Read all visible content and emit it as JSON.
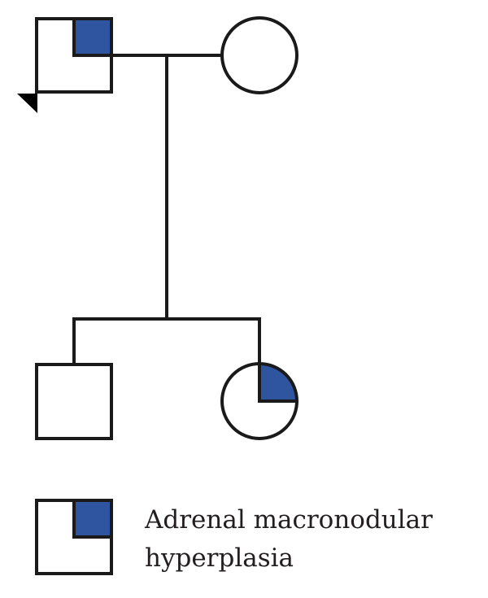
{
  "colors": {
    "affected": "#2f55a0",
    "line": "#1a1a1a"
  },
  "pedigree": {
    "individuals": [
      {
        "id": "father",
        "sex": "male",
        "affected": true,
        "proband": true
      },
      {
        "id": "mother",
        "sex": "female",
        "affected": false
      },
      {
        "id": "son",
        "sex": "male",
        "affected": false
      },
      {
        "id": "daughter",
        "sex": "female",
        "affected": true
      }
    ]
  },
  "legend": {
    "line1": "Adrenal macronodular",
    "line2": "hyperplasia"
  }
}
